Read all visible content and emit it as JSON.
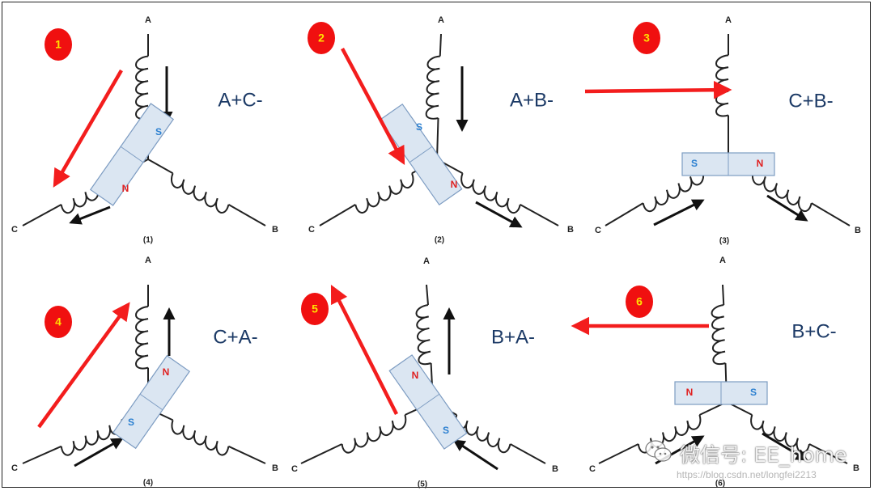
{
  "panels": [
    {
      "step": "1",
      "caption": "(1)",
      "formula": "A+C-",
      "terminals": {
        "a": "A",
        "b": "B",
        "c": "C"
      },
      "magnet": {
        "s": "S",
        "n": "N"
      }
    },
    {
      "step": "2",
      "caption": "(2)",
      "formula": "A+B-",
      "terminals": {
        "a": "A",
        "b": "B",
        "c": "C"
      },
      "magnet": {
        "s": "S",
        "n": "N"
      }
    },
    {
      "step": "3",
      "caption": "(3)",
      "formula": "C+B-",
      "terminals": {
        "a": "A",
        "b": "B",
        "c": "C"
      },
      "magnet": {
        "s": "S",
        "n": "N"
      }
    },
    {
      "step": "4",
      "caption": "(4)",
      "formula": "C+A-",
      "terminals": {
        "a": "A",
        "b": "B",
        "c": "C"
      },
      "magnet": {
        "s": "S",
        "n": "N"
      }
    },
    {
      "step": "5",
      "caption": "(5)",
      "formula": "B+A-",
      "terminals": {
        "a": "A",
        "b": "B",
        "c": "C"
      },
      "magnet": {
        "s": "S",
        "n": "N"
      }
    },
    {
      "step": "6",
      "caption": "(6)",
      "formula": "B+C-",
      "terminals": {
        "a": "A",
        "b": "B",
        "c": "C"
      },
      "magnet": {
        "s": "N",
        "n": "S"
      }
    }
  ],
  "watermark": {
    "text": "微信号: EE_home",
    "url": "https://blog.csdn.net/longfei2213"
  },
  "colors": {
    "arrow": "#f31d1d",
    "badge": "#f01010",
    "badge_text": "#ffe000",
    "formula": "#1c3a66",
    "magnet_fill": "#dbe6f2",
    "magnet_stroke": "#7d9cc2",
    "pole_s": "#2a7fd0",
    "pole_n": "#e02020"
  }
}
